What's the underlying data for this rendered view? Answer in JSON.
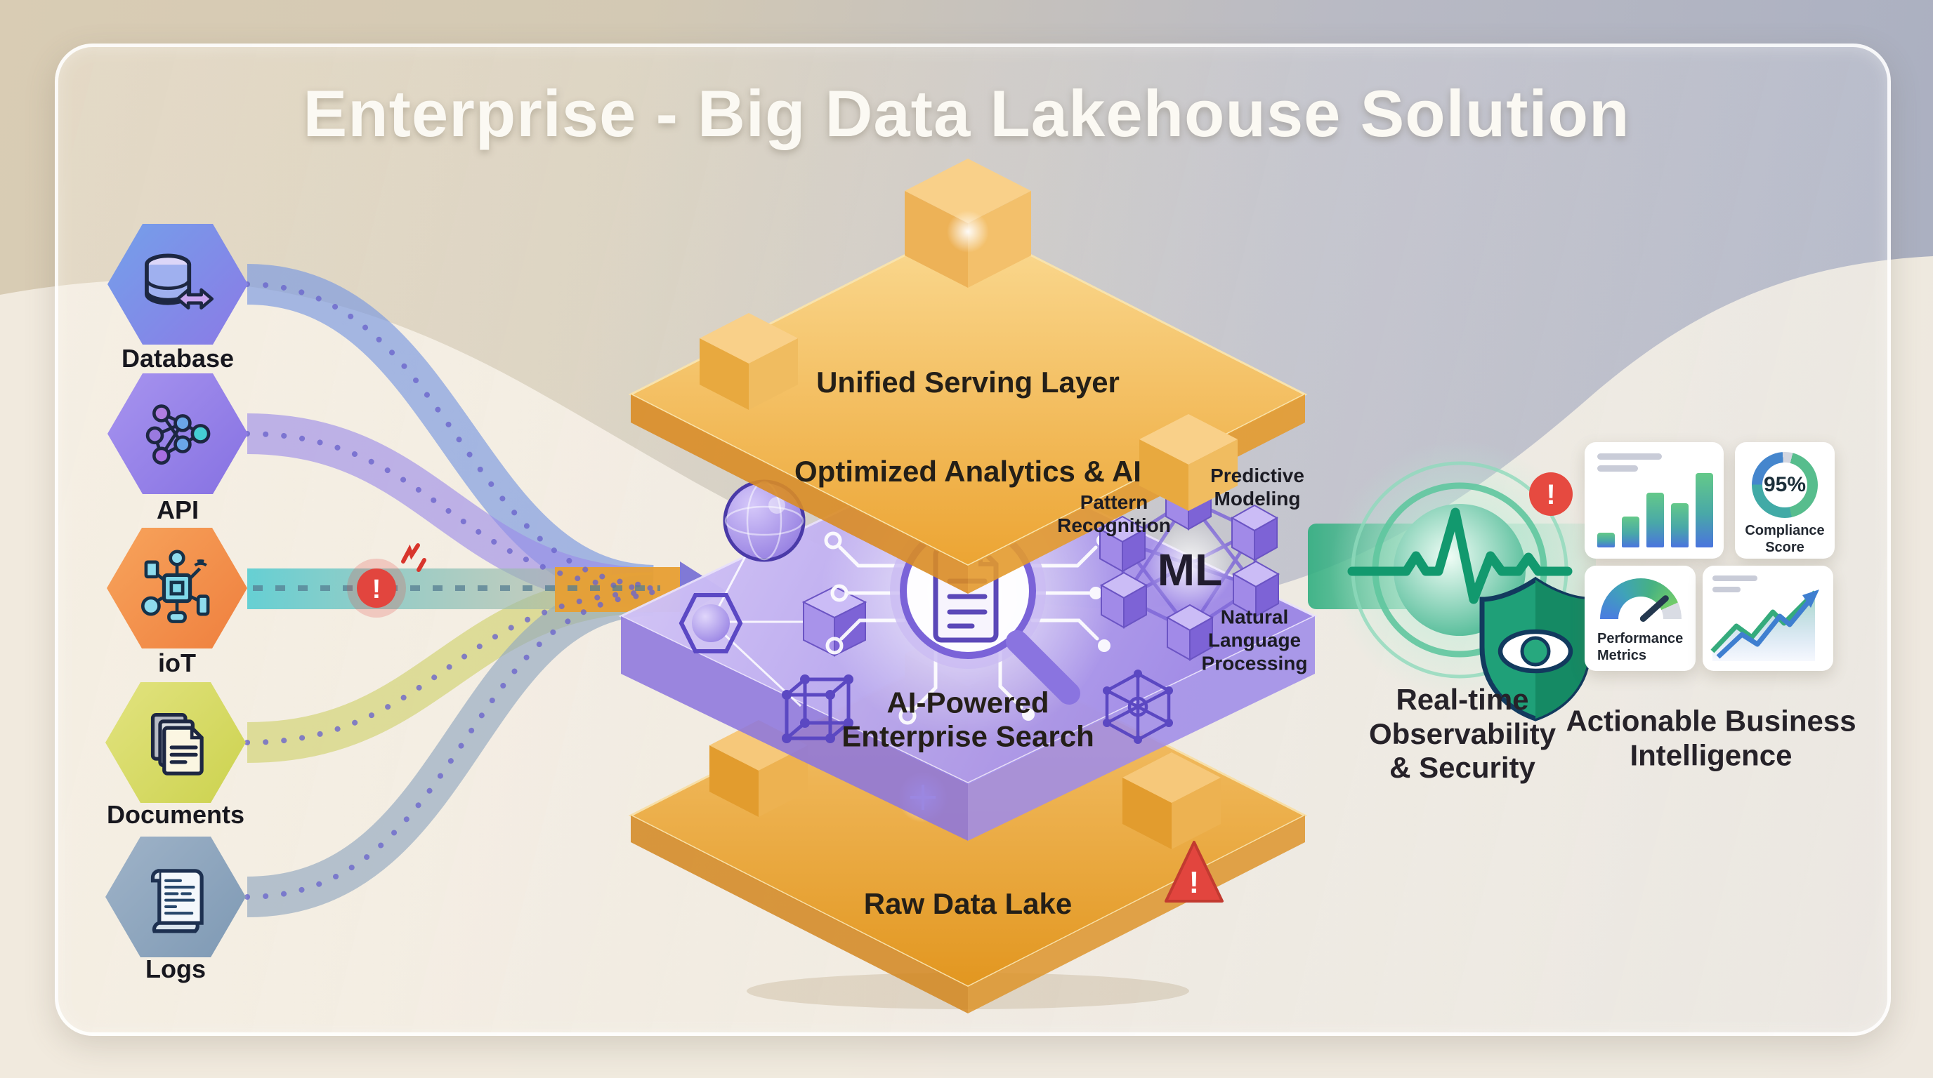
{
  "title": "Enterprise - Big Data Lakehouse Solution",
  "sources": [
    {
      "id": "database",
      "label": "Database"
    },
    {
      "id": "api",
      "label": "API"
    },
    {
      "id": "iot",
      "label": "ioT"
    },
    {
      "id": "documents",
      "label": "Documents"
    },
    {
      "id": "logs",
      "label": "Logs"
    }
  ],
  "layers": {
    "top": "Unified Serving Layer",
    "middle_title": "Optimized Analytics & AI",
    "middle_center_1": "AI-Powered",
    "middle_center_2": "Enterprise Search",
    "bottom": "Raw Data Lake"
  },
  "ml": {
    "label": "ML",
    "pattern_1": "Pattern",
    "pattern_2": "Recognition",
    "predictive_1": "Predictive",
    "predictive_2": "Modeling",
    "nlp_1": "Natural",
    "nlp_2": "Language",
    "nlp_3": "Processing"
  },
  "observability": {
    "line1": "Real-time",
    "line2": "Observability",
    "line3": "& Security"
  },
  "bi": {
    "heading_1": "Actionable Business",
    "heading_2": "Intelligence",
    "compliance": {
      "value": "95%",
      "label_1": "Compliance",
      "label_2": "Score"
    },
    "performance": {
      "label_1": "Performance",
      "label_2": "Metrics"
    },
    "bar_chart": {
      "type": "bar",
      "values": [
        18,
        38,
        68,
        55,
        92
      ]
    },
    "trend": {
      "type": "line"
    }
  },
  "colors": {
    "layer_orange": "#e8a23c",
    "layer_purple": "#8f7ae0",
    "observability_green": "#2fae7f",
    "alert_red": "#e2453e",
    "teal_flow": "#59cdd2"
  }
}
